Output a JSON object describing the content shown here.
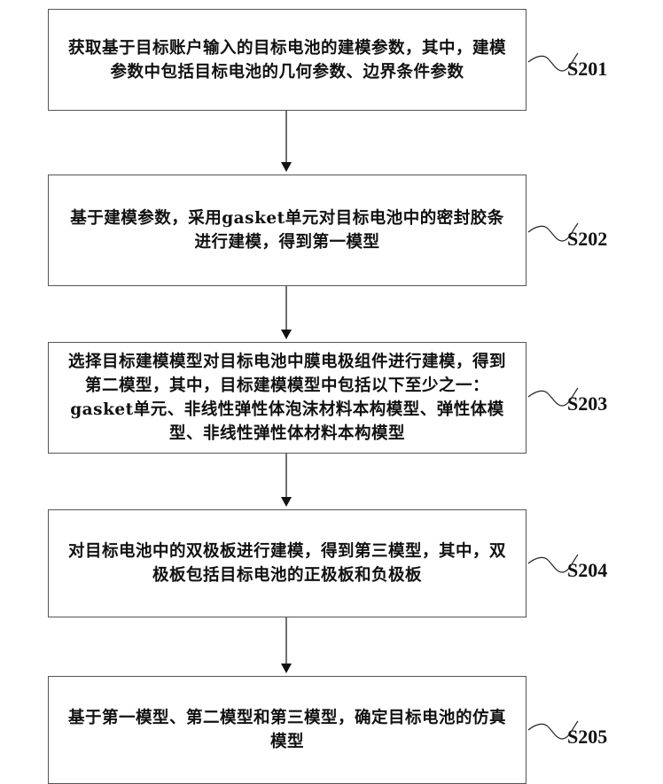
{
  "steps": [
    {
      "id": "S201",
      "text": "获取基于目标账户输入的目标电池的建模参数，其中，建模参数中包括目标电池的几何参数、边界条件参数"
    },
    {
      "id": "S202",
      "text": "基于建模参数，采用gasket单元对目标电池中的密封胶条进行建模，得到第一模型"
    },
    {
      "id": "S203",
      "text": "选择目标建模模型对目标电池中膜电极组件进行建模，得到第二模型，其中，目标建模模型中包括以下至少之一：gasket单元、非线性弹性体泡沫材料本构模型、弹性体模型、非线性弹性体材料本构模型"
    },
    {
      "id": "S204",
      "text": "对目标电池中的双极板进行建模，得到第三模型，其中，双极板包括目标电池的正极板和负极板"
    },
    {
      "id": "S205",
      "text": "基于第一模型、第二模型和第三模型，确定目标电池的仿真模型"
    }
  ]
}
